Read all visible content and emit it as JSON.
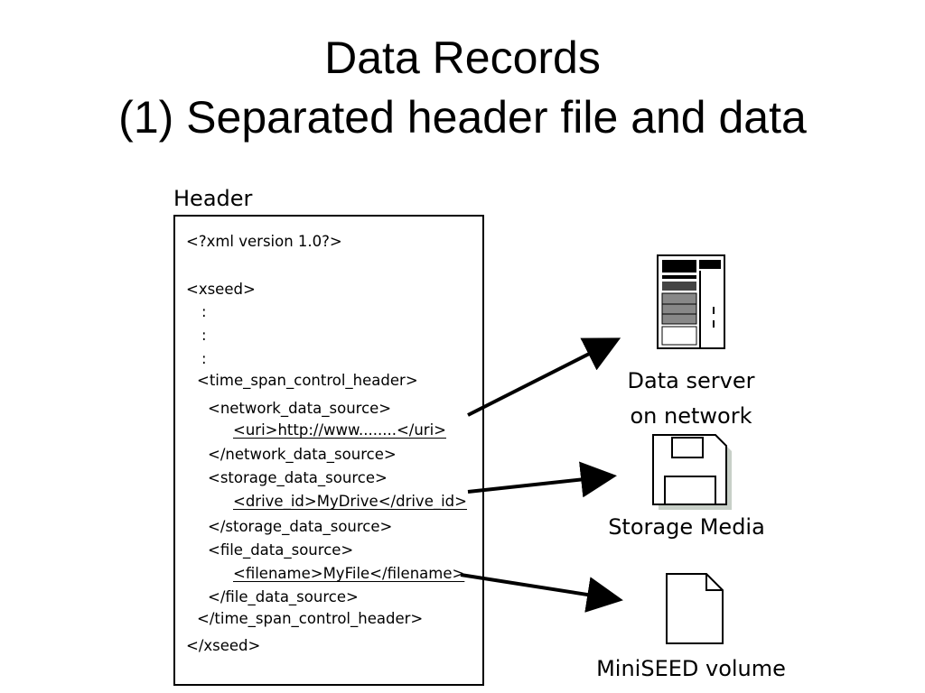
{
  "title": {
    "line1": "Data Records",
    "line2": "(1) Separated header file and data"
  },
  "header_label": "Header",
  "xml_lines": [
    "<?xml version 1.0?>",
    "<xseed>",
    ":",
    ":",
    ":",
    "<time_span_control_header>",
    "<network_data_source>",
    "<uri>http://www........</uri>",
    "</network_data_source>",
    "<storage_data_source>",
    "<drive_id>MyDrive</drive_id>",
    "</storage_data_source>",
    "<file_data_source>",
    "<filename>MyFile</filename>",
    "</file_data_source>",
    "</time_span_control_header>",
    "</xseed>"
  ],
  "targets": {
    "server": {
      "line1": "Data server",
      "line2": "on network",
      "icon": "server-icon"
    },
    "storage": {
      "label": "Storage Media",
      "icon": "floppy-disk-icon"
    },
    "volume": {
      "label": "MiniSEED volume",
      "icon": "document-icon"
    }
  }
}
